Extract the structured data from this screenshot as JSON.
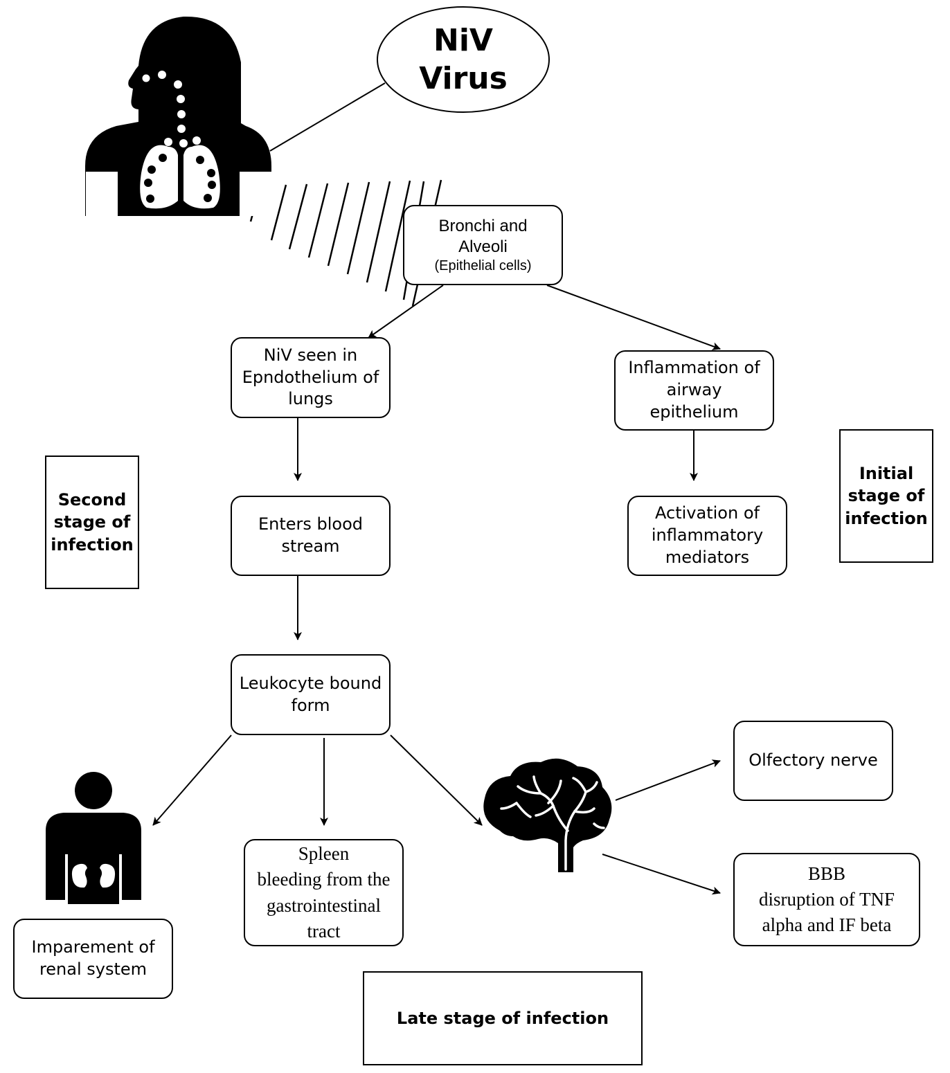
{
  "virus": {
    "line1": "NiV",
    "line2": "Virus"
  },
  "nodes": {
    "bronchi": {
      "line1": "Bronchi and",
      "line2": "Alveoli",
      "line3": "(Epithelial cells)"
    },
    "endothelium": {
      "line1": "NiV seen in",
      "line2": "Epndothelium of",
      "line3": "lungs"
    },
    "inflammation": {
      "line1": "Inflammation of",
      "line2": "airway epithelium"
    },
    "activation": {
      "line1": "Activation of",
      "line2": "inflammatory",
      "line3": "mediators"
    },
    "blood": {
      "line1": "Enters blood",
      "line2": "stream"
    },
    "leukocyte": {
      "line1": "Leukocyte bound",
      "line2": "form"
    },
    "olfactory": {
      "line1": "Olfectory nerve"
    },
    "bbb": {
      "line1": "BBB",
      "line2": "disruption of TNF",
      "line3": "alpha and IF  beta"
    },
    "spleen": {
      "line1": "Spleen",
      "line2": "bleeding from the",
      "line3": "gastrointestinal",
      "line4": "tract"
    },
    "renal": {
      "line1": "Imparement of",
      "line2": "renal system"
    }
  },
  "stages": {
    "initial": {
      "line1": "Initial",
      "line2": "stage of",
      "line3": "infection"
    },
    "second": {
      "line1": "Second",
      "line2": "stage of",
      "line3": "infection"
    },
    "late": {
      "line1": "Late stage of infection"
    }
  },
  "icons": [
    "human-respiratory-icon",
    "human-kidney-icon",
    "brain-icon"
  ],
  "colors": {
    "stroke": "#000000",
    "background": "#ffffff"
  }
}
